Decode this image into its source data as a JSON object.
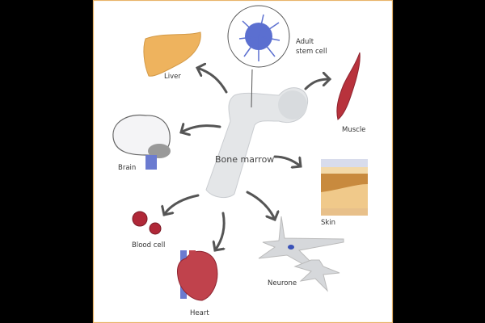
{
  "diagram": {
    "center_label": "Bone marrow",
    "stem_cell_label_line1": "Adult",
    "stem_cell_label_line2": "stem cell",
    "targets": {
      "liver": "Liver",
      "muscle": "Muscle",
      "brain": "Brain",
      "skin": "Skin",
      "blood_cell": "Blood cell",
      "heart": "Heart",
      "neurone": "Neurone"
    }
  },
  "colors": {
    "background": "#000000",
    "panel": "#ffffff",
    "border": "#e8b46a",
    "stem_cell": "#5b6fd0",
    "liver": "#eeb35e",
    "muscle": "#b8323c",
    "bone": "#e4e6e8",
    "heart": "#c0424c"
  }
}
